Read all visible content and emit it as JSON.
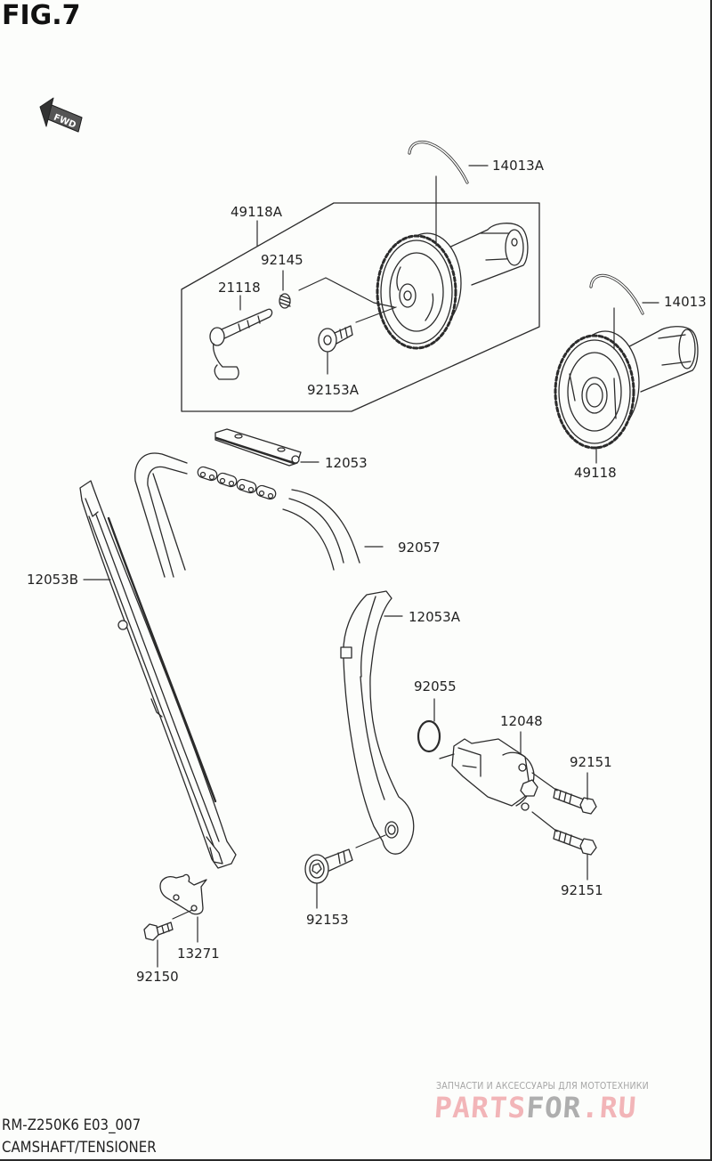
{
  "figure": {
    "title": "FIG.7",
    "direction_indicator": "FWD"
  },
  "callouts": [
    {
      "id": "14013A",
      "label": "14013A"
    },
    {
      "id": "49118A",
      "label": "49118A"
    },
    {
      "id": "92145",
      "label": "92145"
    },
    {
      "id": "21118",
      "label": "21118"
    },
    {
      "id": "92153A",
      "label": "92153A"
    },
    {
      "id": "14013",
      "label": "14013"
    },
    {
      "id": "49118",
      "label": "49118"
    },
    {
      "id": "12053",
      "label": "12053"
    },
    {
      "id": "92057",
      "label": "92057"
    },
    {
      "id": "12053B",
      "label": "12053B"
    },
    {
      "id": "12053A",
      "label": "12053A"
    },
    {
      "id": "92055",
      "label": "92055"
    },
    {
      "id": "12048",
      "label": "12048"
    },
    {
      "id": "92151-upper",
      "label": "92151"
    },
    {
      "id": "92151-lower",
      "label": "92151"
    },
    {
      "id": "92153",
      "label": "92153"
    },
    {
      "id": "13271",
      "label": "13271"
    },
    {
      "id": "92150",
      "label": "92150"
    }
  ],
  "footer": {
    "model_code": "RM-Z250K6 E03_007",
    "section_name": "CAMSHAFT/TENSIONER"
  },
  "watermark": {
    "tagline": "ЗАПЧАСТИ И АКСЕССУАРЫ ДЛЯ МОТОТЕХНИКИ",
    "brand_part1": "PARTS",
    "brand_part2": "FOR",
    "brand_part3": ".RU",
    "colors": {
      "pink": "#f2b5b8",
      "gray": "#aeaeae"
    }
  }
}
